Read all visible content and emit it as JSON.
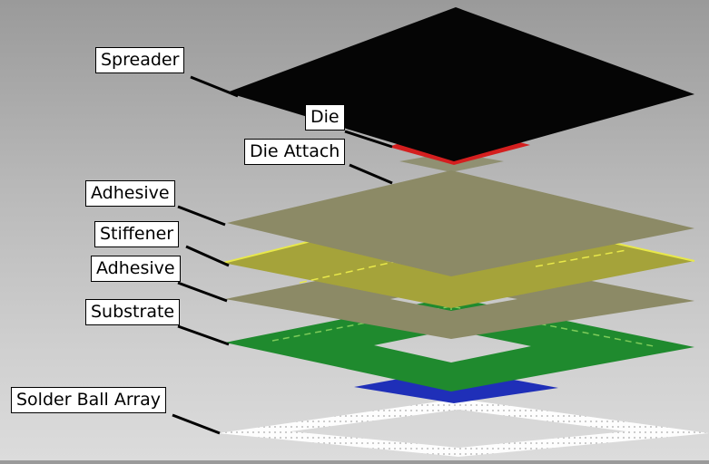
{
  "labels": {
    "spreader": "Spreader",
    "die": "Die",
    "die_attach": "Die Attach",
    "adhesive_top": "Adhesive",
    "stiffener": "Stiffener",
    "adhesive_bottom": "Adhesive",
    "substrate": "Substrate",
    "solder_ball_array": "Solder Ball Array"
  },
  "colors": {
    "spreader": "#050505",
    "die": "#d41f1f",
    "die_attach": "#8a8a66",
    "adhesive": "#8c8a66",
    "stiffener": "#a5a33a",
    "stiffener_edge": "#e8e84a",
    "substrate": "#1f8a2e",
    "substrate_edge": "#7ecb5a",
    "solder_ball_array": "#ffffff",
    "leader_line": "#000000"
  }
}
